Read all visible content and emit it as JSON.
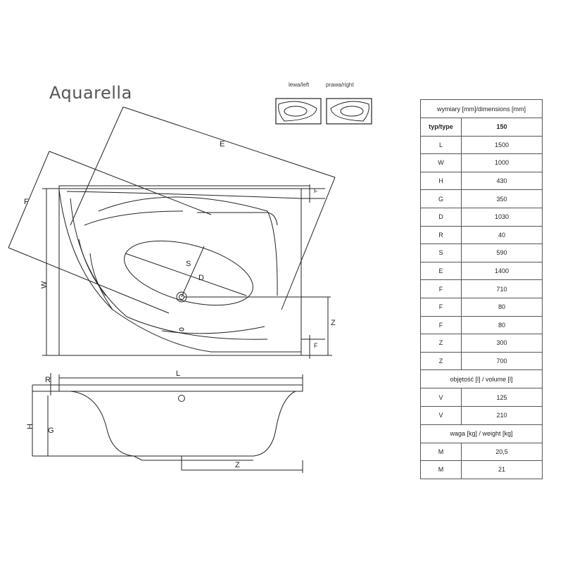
{
  "title": "Aquarella",
  "variants": {
    "left": "lewa/left",
    "right": "prawa/right"
  },
  "drawing_labels": {
    "E": "E",
    "F": "F",
    "W": "W",
    "L": "L",
    "S": "S",
    "D": "D",
    "Z1": "Z",
    "F1": "F",
    "F2": "F",
    "R": "R",
    "H": "H",
    "G": "G",
    "Z2": "Z"
  },
  "dimensions": {
    "header": "wymiary [mm]/dimensions [mm]",
    "type_label": "typ/type",
    "type_value": "150",
    "rows": [
      {
        "k": "L",
        "v": "1500"
      },
      {
        "k": "W",
        "v": "1000"
      },
      {
        "k": "H",
        "v": "430"
      },
      {
        "k": "G",
        "v": "350"
      },
      {
        "k": "D",
        "v": "1030"
      },
      {
        "k": "R",
        "v": "40"
      },
      {
        "k": "S",
        "v": "590"
      },
      {
        "k": "E",
        "v": "1400"
      },
      {
        "k": "F",
        "v": "710"
      },
      {
        "k": "F",
        "v": "80"
      },
      {
        "k": "F",
        "v": "80"
      },
      {
        "k": "Z",
        "v": "300"
      },
      {
        "k": "Z",
        "v": "700"
      }
    ],
    "volume_header": "objętość [l] / volume [l]",
    "volume_rows": [
      {
        "k": "V",
        "v": "125"
      },
      {
        "k": "V",
        "v": "210"
      }
    ],
    "weight_header": "waga [kg] / weight [kg]",
    "weight_rows": [
      {
        "k": "M",
        "v": "20,5"
      },
      {
        "k": "M",
        "v": "21"
      }
    ]
  }
}
